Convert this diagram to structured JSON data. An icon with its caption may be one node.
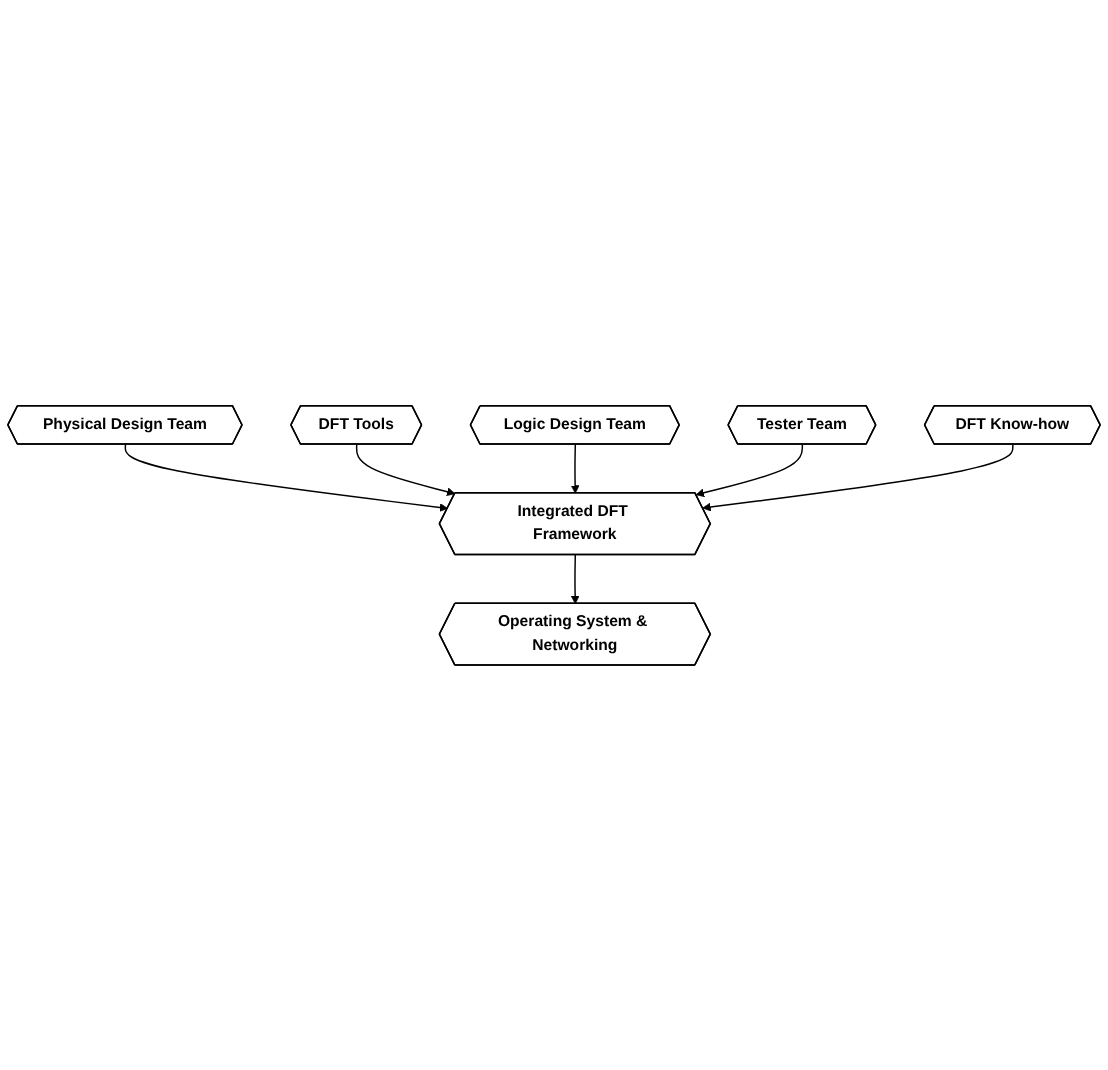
{
  "diagram": {
    "nodes": [
      {
        "text": [
          "Physical Design Team"
        ]
      },
      {
        "text": [
          "DFT Tools"
        ]
      },
      {
        "text": [
          "Logic Design Team"
        ]
      },
      {
        "text": [
          "Integrated DFT Framework"
        ]
      },
      {
        "text": [
          "Tester Team"
        ]
      },
      {
        "text": [
          "DFT Know-how"
        ]
      },
      {
        "text": [
          "Operating System & Networking"
        ]
      }
    ],
    "edges": [
      {
        "from": 0,
        "to": 3,
        "arrow": "to"
      },
      {
        "from": 1,
        "to": 3,
        "arrow": "to"
      },
      {
        "from": 2,
        "to": 3,
        "arrow": "to"
      },
      {
        "from": 4,
        "to": 3,
        "arrow": "to"
      },
      {
        "from": 5,
        "to": 3,
        "arrow": "to"
      },
      {
        "from": 3,
        "to": 6,
        "arrow": "to"
      }
    ]
  }
}
